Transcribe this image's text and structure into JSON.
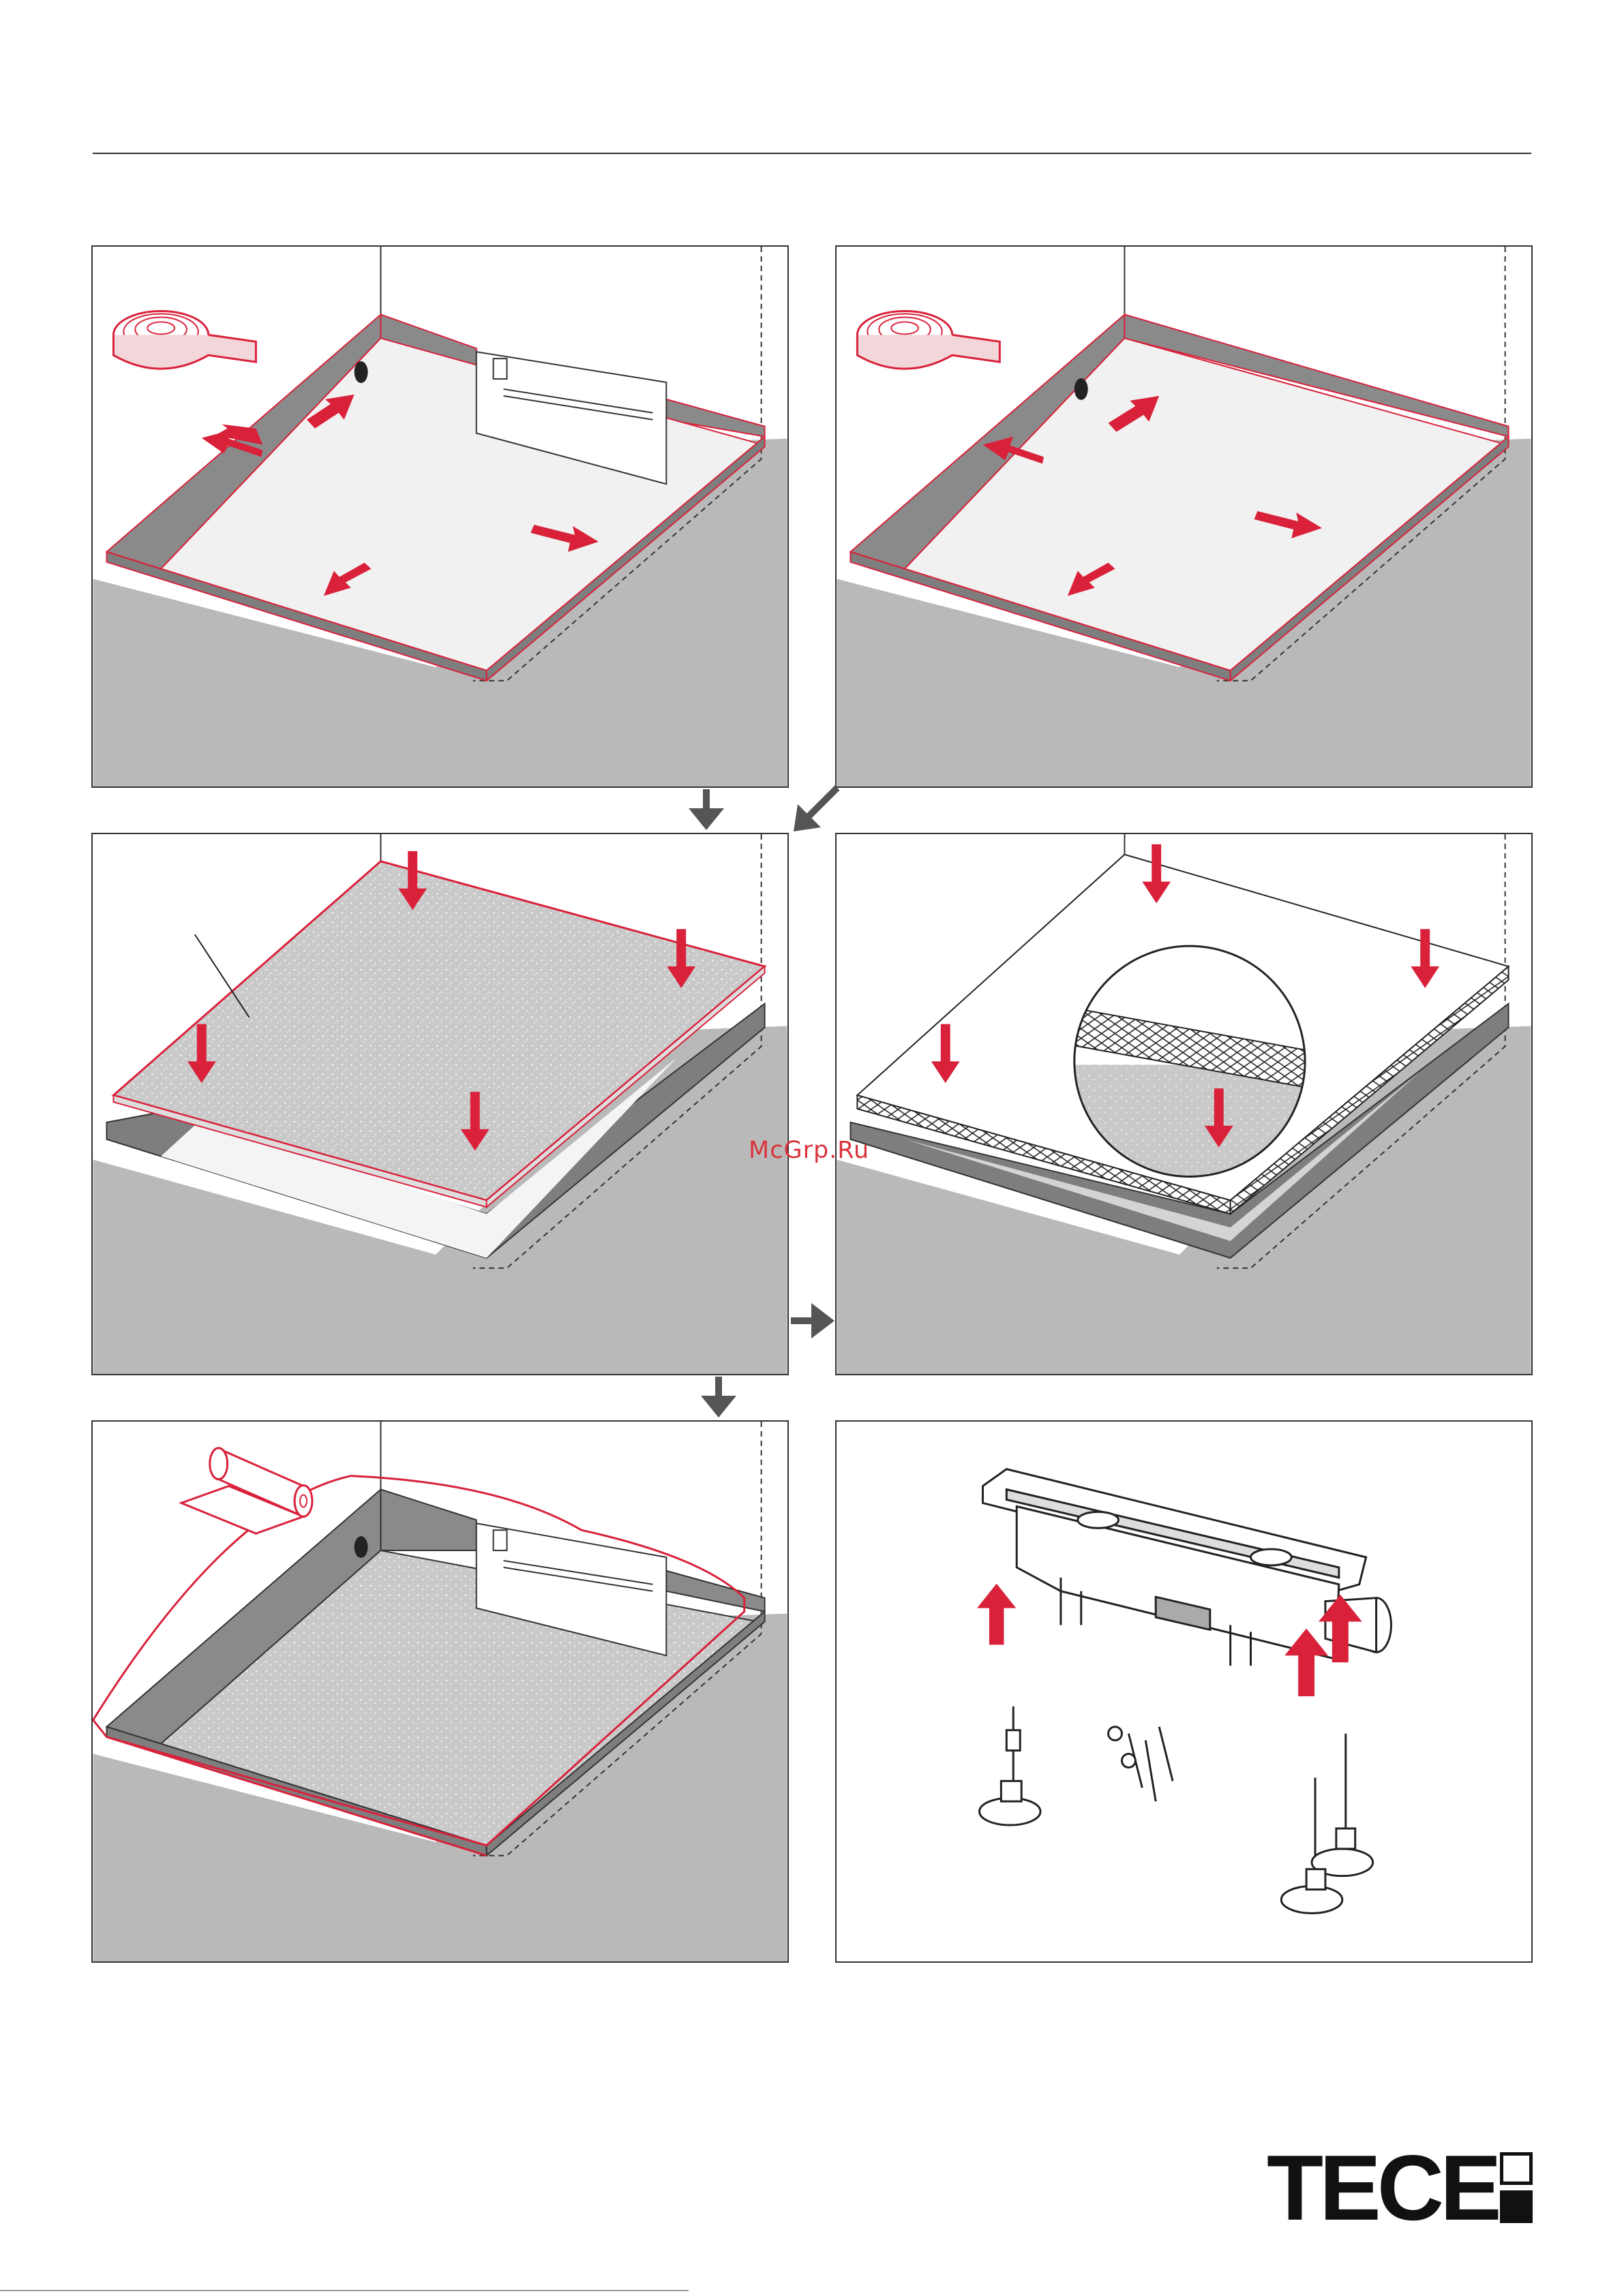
{
  "watermark": "McGrp.Ru",
  "brand": {
    "name": "TECE"
  },
  "colors": {
    "accent": "#d9213a",
    "floor": "#b9b9b9",
    "wall": "#8a8a8a",
    "line": "#333333"
  },
  "steps": [
    {
      "id": "step-1",
      "icon": "tape-roll-icon"
    },
    {
      "id": "step-2",
      "icon": "tape-roll-icon"
    },
    {
      "id": "step-3",
      "icon": "arrow-down-icon"
    },
    {
      "id": "step-4",
      "icon": "arrow-down-icon"
    },
    {
      "id": "step-5",
      "icon": "membrane-roll-icon"
    },
    {
      "id": "step-6",
      "icon": "arrow-up-icon"
    }
  ]
}
